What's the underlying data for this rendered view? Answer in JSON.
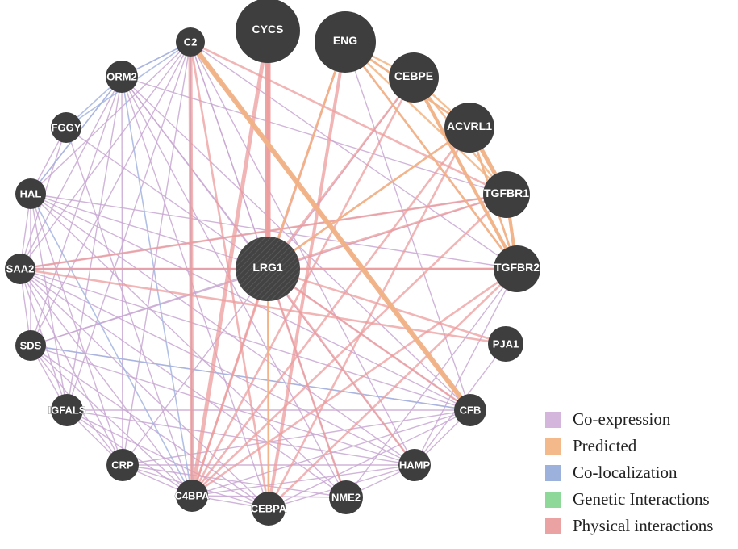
{
  "network": {
    "nodes": [
      {
        "id": "LRG1",
        "label": "LRG1",
        "hub": true
      },
      {
        "id": "CYCS",
        "label": "CYCS"
      },
      {
        "id": "ENG",
        "label": "ENG"
      },
      {
        "id": "CEBPE",
        "label": "CEBPE"
      },
      {
        "id": "ACVRL1",
        "label": "ACVRL1"
      },
      {
        "id": "TGFBR1",
        "label": "TGFBR1"
      },
      {
        "id": "TGFBR2",
        "label": "TGFBR2"
      },
      {
        "id": "PJA1",
        "label": "PJA1"
      },
      {
        "id": "CFB",
        "label": "CFB"
      },
      {
        "id": "HAMP",
        "label": "HAMP"
      },
      {
        "id": "NME2",
        "label": "NME2"
      },
      {
        "id": "CEBPA",
        "label": "CEBPA"
      },
      {
        "id": "C4BPA",
        "label": "C4BPA"
      },
      {
        "id": "CRP",
        "label": "CRP"
      },
      {
        "id": "IGFALS",
        "label": "IGFALS"
      },
      {
        "id": "SDS",
        "label": "SDS"
      },
      {
        "id": "SAA2",
        "label": "SAA2"
      },
      {
        "id": "HAL",
        "label": "HAL"
      },
      {
        "id": "FGGY",
        "label": "FGGY"
      },
      {
        "id": "ORM2",
        "label": "ORM2"
      },
      {
        "id": "C2",
        "label": "C2"
      }
    ],
    "edges": [
      [
        "LRG1",
        "CYCS",
        "physical"
      ],
      [
        "LRG1",
        "ENG",
        "physical"
      ],
      [
        "LRG1",
        "CEBPE",
        "physical"
      ],
      [
        "LRG1",
        "ACVRL1",
        "physical"
      ],
      [
        "LRG1",
        "TGFBR1",
        "physical"
      ],
      [
        "LRG1",
        "TGFBR2",
        "physical"
      ],
      [
        "LRG1",
        "PJA1",
        "physical"
      ],
      [
        "LRG1",
        "CFB",
        "physical"
      ],
      [
        "LRG1",
        "HAMP",
        "physical"
      ],
      [
        "LRG1",
        "NME2",
        "physical"
      ],
      [
        "LRG1",
        "CEBPA",
        "predicted"
      ],
      [
        "LRG1",
        "C4BPA",
        "physical"
      ],
      [
        "LRG1",
        "C2",
        "coexpression"
      ],
      [
        "LRG1",
        "ORM2",
        "coexpression"
      ],
      [
        "LRG1",
        "SAA2",
        "coexpression"
      ],
      [
        "LRG1",
        "HAL",
        "coexpression"
      ],
      [
        "LRG1",
        "SDS",
        "coexpression"
      ],
      [
        "LRG1",
        "ENG",
        "predicted"
      ],
      [
        "LRG1",
        "ACVRL1",
        "predicted"
      ],
      [
        "CYCS",
        "CEBPA",
        "physical"
      ],
      [
        "CYCS",
        "C4BPA",
        "physical"
      ],
      [
        "CYCS",
        "LRG1",
        "physical"
      ],
      [
        "ENG",
        "CEBPE",
        "predicted"
      ],
      [
        "ENG",
        "ACVRL1",
        "predicted"
      ],
      [
        "ENG",
        "TGFBR1",
        "predicted"
      ],
      [
        "ENG",
        "TGFBR2",
        "predicted"
      ],
      [
        "ENG",
        "ACVRL1",
        "physical"
      ],
      [
        "ENG",
        "TGFBR2",
        "physical"
      ],
      [
        "ENG",
        "CEBPA",
        "physical"
      ],
      [
        "ENG",
        "C4BPA",
        "physical"
      ],
      [
        "ENG",
        "CFB",
        "coexpression"
      ],
      [
        "CEBPE",
        "ACVRL1",
        "predicted"
      ],
      [
        "CEBPE",
        "TGFBR1",
        "predicted"
      ],
      [
        "CEBPE",
        "TGFBR2",
        "predicted"
      ],
      [
        "CEBPE",
        "TGFBR2",
        "physical"
      ],
      [
        "CEBPE",
        "C4BPA",
        "physical"
      ],
      [
        "CEBPE",
        "CRP",
        "coexpression"
      ],
      [
        "ACVRL1",
        "TGFBR1",
        "predicted"
      ],
      [
        "ACVRL1",
        "TGFBR2",
        "predicted"
      ],
      [
        "ACVRL1",
        "TGFBR1",
        "physical"
      ],
      [
        "ACVRL1",
        "TGFBR2",
        "physical"
      ],
      [
        "ACVRL1",
        "C4BPA",
        "physical"
      ],
      [
        "ACVRL1",
        "CEBPA",
        "physical"
      ],
      [
        "TGFBR1",
        "TGFBR2",
        "predicted"
      ],
      [
        "TGFBR1",
        "TGFBR2",
        "physical"
      ],
      [
        "TGFBR1",
        "C4BPA",
        "physical"
      ],
      [
        "TGFBR1",
        "C2",
        "physical"
      ],
      [
        "TGFBR1",
        "SAA2",
        "physical"
      ],
      [
        "TGFBR2",
        "C4BPA",
        "physical"
      ],
      [
        "TGFBR2",
        "SAA2",
        "physical"
      ],
      [
        "TGFBR2",
        "CEBPA",
        "physical"
      ],
      [
        "TGFBR2",
        "HAMP",
        "coexpression"
      ],
      [
        "TGFBR2",
        "NME2",
        "coexpression"
      ],
      [
        "PJA1",
        "HAMP",
        "coexpression"
      ],
      [
        "PJA1",
        "SAA2",
        "physical"
      ],
      [
        "C2",
        "CFB",
        "physical"
      ],
      [
        "C2",
        "CFB",
        "predicted"
      ],
      [
        "C2",
        "CFB",
        "colocalization"
      ],
      [
        "C2",
        "C4BPA",
        "physical"
      ],
      [
        "C2",
        "C4BPA",
        "colocalization"
      ],
      [
        "C2",
        "C4BPA",
        "coexpression"
      ],
      [
        "C2",
        "ORM2",
        "coexpression"
      ],
      [
        "C2",
        "ORM2",
        "colocalization"
      ],
      [
        "C2",
        "HAL",
        "coexpression"
      ],
      [
        "C2",
        "SAA2",
        "coexpression"
      ],
      [
        "C2",
        "SDS",
        "coexpression"
      ],
      [
        "C2",
        "CRP",
        "coexpression"
      ],
      [
        "C2",
        "HAMP",
        "coexpression"
      ],
      [
        "C2",
        "IGFALS",
        "coexpression"
      ],
      [
        "C2",
        "CEBPA",
        "physical"
      ],
      [
        "C2",
        "FGGY",
        "colocalization"
      ],
      [
        "C2",
        "NME2",
        "coexpression"
      ],
      [
        "C2",
        "TGFBR2",
        "coexpression"
      ],
      [
        "ORM2",
        "C4BPA",
        "colocalization"
      ],
      [
        "ORM2",
        "HAL",
        "coexpression"
      ],
      [
        "ORM2",
        "SAA2",
        "coexpression"
      ],
      [
        "ORM2",
        "SDS",
        "coexpression"
      ],
      [
        "ORM2",
        "CRP",
        "coexpression"
      ],
      [
        "ORM2",
        "HAMP",
        "coexpression"
      ],
      [
        "ORM2",
        "CFB",
        "coexpression"
      ],
      [
        "ORM2",
        "IGFALS",
        "coexpression"
      ],
      [
        "ORM2",
        "CEBPA",
        "coexpression"
      ],
      [
        "ORM2",
        "FGGY",
        "colocalization"
      ],
      [
        "ORM2",
        "HAL",
        "colocalization"
      ],
      [
        "ORM2",
        "NME2",
        "coexpression"
      ],
      [
        "FGGY",
        "HAL",
        "coexpression"
      ],
      [
        "FGGY",
        "SAA2",
        "coexpression"
      ],
      [
        "FGGY",
        "C4BPA",
        "coexpression"
      ],
      [
        "HAL",
        "SAA2",
        "coexpression"
      ],
      [
        "HAL",
        "SDS",
        "coexpression"
      ],
      [
        "HAL",
        "CRP",
        "coexpression"
      ],
      [
        "HAL",
        "C4BPA",
        "colocalization"
      ],
      [
        "HAL",
        "HAMP",
        "coexpression"
      ],
      [
        "HAL",
        "CFB",
        "coexpression"
      ],
      [
        "HAL",
        "IGFALS",
        "coexpression"
      ],
      [
        "HAL",
        "NME2",
        "coexpression"
      ],
      [
        "HAL",
        "TGFBR2",
        "coexpression"
      ],
      [
        "SAA2",
        "SDS",
        "coexpression"
      ],
      [
        "SAA2",
        "CRP",
        "coexpression"
      ],
      [
        "SAA2",
        "CFB",
        "coexpression"
      ],
      [
        "SAA2",
        "HAMP",
        "coexpression"
      ],
      [
        "SAA2",
        "C4BPA",
        "coexpression"
      ],
      [
        "SAA2",
        "IGFALS",
        "coexpression"
      ],
      [
        "SAA2",
        "CEBPA",
        "coexpression"
      ],
      [
        "SAA2",
        "NME2",
        "coexpression"
      ],
      [
        "SAA2",
        "TGFBR2",
        "coexpression"
      ],
      [
        "SDS",
        "CRP",
        "coexpression"
      ],
      [
        "SDS",
        "CFB",
        "coexpression"
      ],
      [
        "SDS",
        "C4BPA",
        "coexpression"
      ],
      [
        "SDS",
        "IGFALS",
        "coexpression"
      ],
      [
        "SDS",
        "HAMP",
        "coexpression"
      ],
      [
        "SDS",
        "CEBPA",
        "coexpression"
      ],
      [
        "SDS",
        "TGFBR1",
        "coexpression"
      ],
      [
        "SDS",
        "CFB",
        "colocalization"
      ],
      [
        "IGFALS",
        "CRP",
        "coexpression"
      ],
      [
        "IGFALS",
        "C4BPA",
        "coexpression"
      ],
      [
        "IGFALS",
        "CFB",
        "coexpression"
      ],
      [
        "IGFALS",
        "HAMP",
        "coexpression"
      ],
      [
        "IGFALS",
        "CEBPA",
        "coexpression"
      ],
      [
        "CRP",
        "C4BPA",
        "coexpression"
      ],
      [
        "CRP",
        "CFB",
        "coexpression"
      ],
      [
        "CRP",
        "HAMP",
        "coexpression"
      ],
      [
        "CRP",
        "CEBPA",
        "coexpression"
      ],
      [
        "CRP",
        "NME2",
        "coexpression"
      ],
      [
        "C4BPA",
        "CEBPA",
        "coexpression"
      ],
      [
        "C4BPA",
        "CFB",
        "coexpression"
      ],
      [
        "C4BPA",
        "HAMP",
        "coexpression"
      ],
      [
        "C4BPA",
        "NME2",
        "coexpression"
      ],
      [
        "CEBPA",
        "HAMP",
        "coexpression"
      ],
      [
        "CEBPA",
        "CFB",
        "coexpression"
      ],
      [
        "NME2",
        "HAMP",
        "coexpression"
      ],
      [
        "HAMP",
        "CFB",
        "coexpression"
      ],
      [
        "ORM2",
        "TGFBR1",
        "coexpression"
      ],
      [
        "FGGY",
        "CFB",
        "coexpression"
      ],
      [
        "SAA2",
        "TGFBR1",
        "coexpression"
      ]
    ]
  },
  "legend": {
    "items": [
      {
        "key": "coexpression",
        "label": "Co-expression",
        "color": "#d4b5dc"
      },
      {
        "key": "predicted",
        "label": "Predicted",
        "color": "#f4b98a"
      },
      {
        "key": "colocalization",
        "label": "Co-localization",
        "color": "#9cb1dc"
      },
      {
        "key": "genetic",
        "label": "Genetic Interactions",
        "color": "#8ed99a"
      },
      {
        "key": "physical",
        "label": "Physical interactions",
        "color": "#eba2a2"
      }
    ]
  },
  "colors": {
    "node_fill": "#3e3e3e",
    "label_color": "#ffffff",
    "background": "#ffffff"
  }
}
